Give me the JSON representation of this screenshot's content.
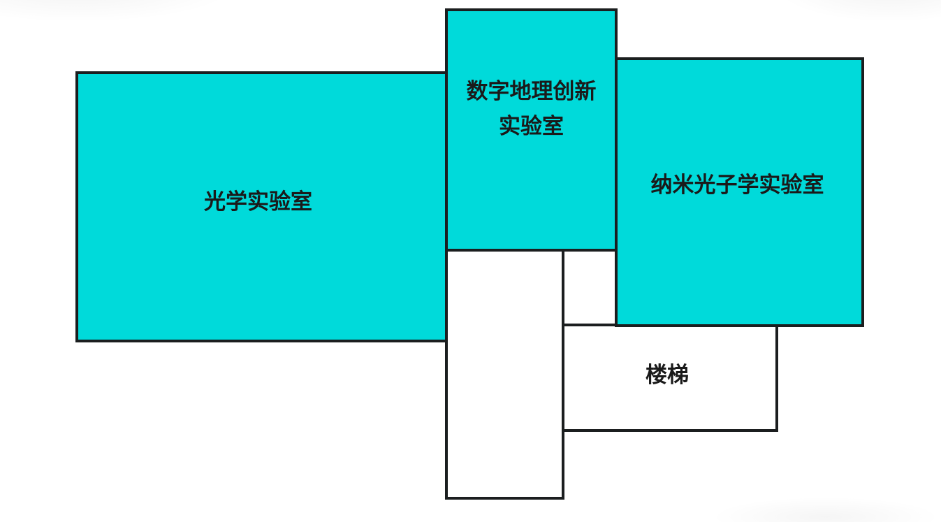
{
  "diagram": {
    "type": "floor-plan",
    "colors": {
      "lab_fill": "#00dada",
      "plain_fill": "#ffffff",
      "border": "#1b1e1f",
      "text": "#1a1a1a"
    },
    "rooms": {
      "optical_lab": {
        "label": "光学实验室"
      },
      "digital_geo_lab": {
        "label": "数字地理创新实验室"
      },
      "nano_photonics_lab": {
        "label": "纳米光子学实验室"
      },
      "stairs": {
        "label": "楼梯"
      },
      "corridor": {
        "label": ""
      }
    }
  }
}
